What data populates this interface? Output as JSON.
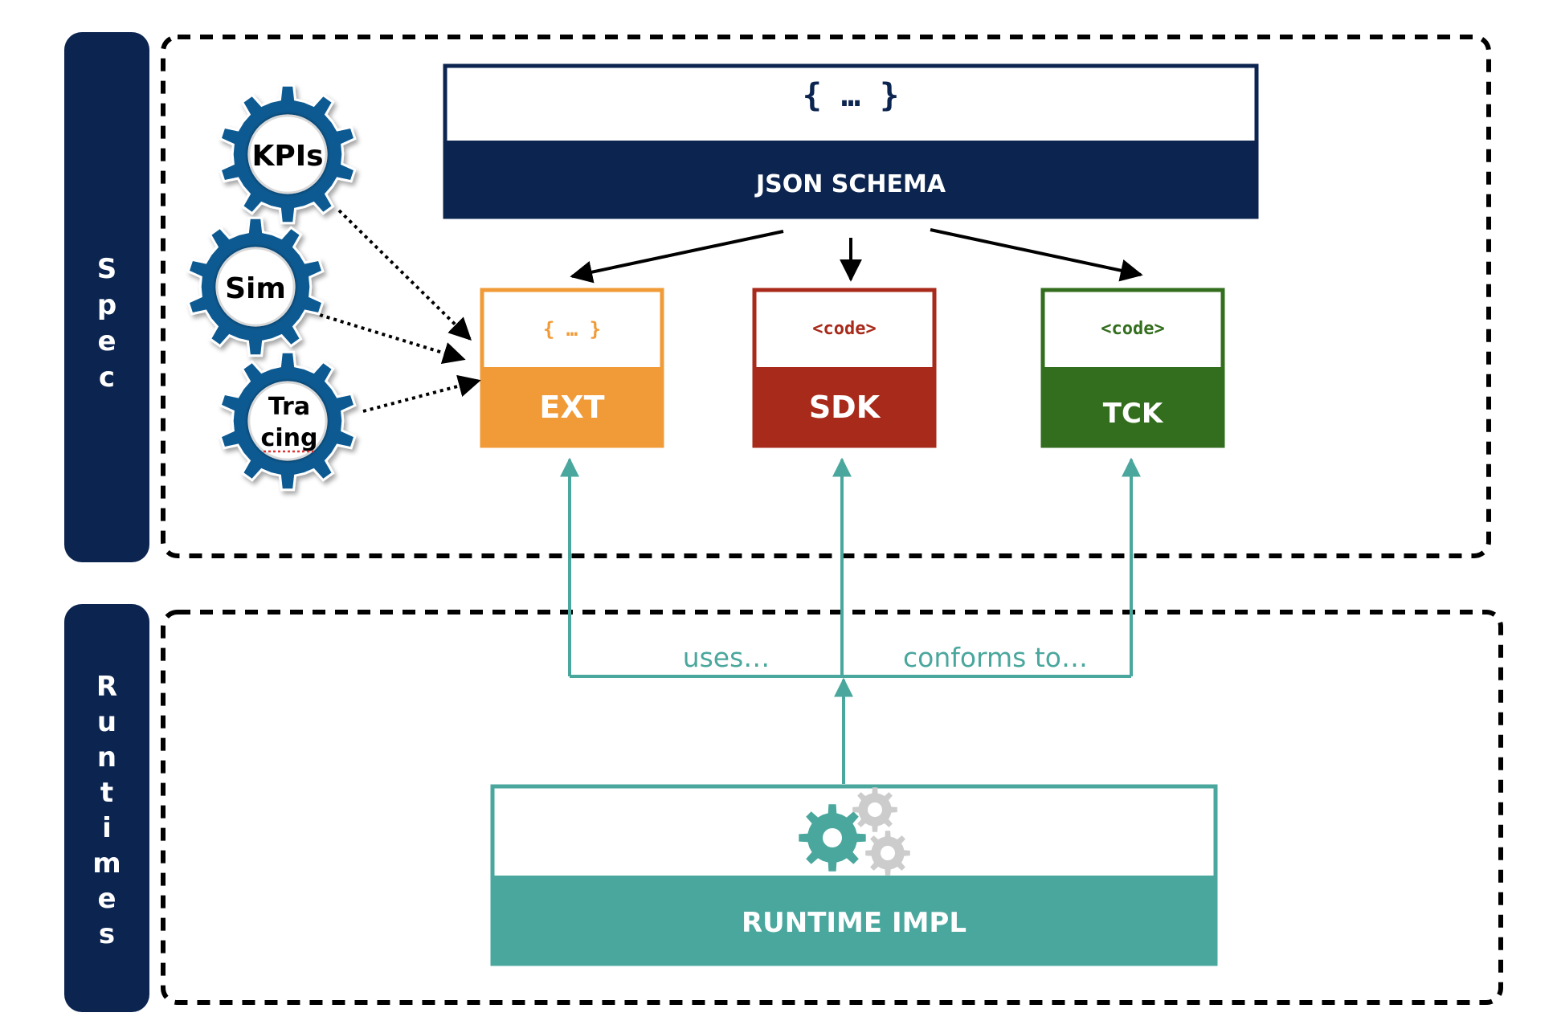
{
  "colors": {
    "navy": "#0c2550",
    "orange": "#f09b37",
    "red": "#a82a1a",
    "green": "#336e1e",
    "teal": "#4aa79d",
    "gear_blue": "#0f5a92",
    "gear_gray": "#cccccc"
  },
  "sections": {
    "spec": {
      "letters": [
        "S",
        "p",
        "e",
        "c"
      ]
    },
    "runtimes": {
      "letters": [
        "R",
        "u",
        "n",
        "t",
        "i",
        "m",
        "e",
        "s"
      ]
    }
  },
  "schema_box": {
    "snippet": "{ … }",
    "title": "JSON SCHEMA"
  },
  "ext_box": {
    "snippet": "{ … }",
    "title": "EXT"
  },
  "sdk_box": {
    "snippet": "<code>",
    "title": "SDK"
  },
  "tck_box": {
    "snippet": "<code>",
    "title": "TCK"
  },
  "runtime_box": {
    "title": "RUNTIME IMPL",
    "icon": "gears-icon"
  },
  "gears": {
    "kpis": {
      "label": "KPIs",
      "icon": "gear-icon"
    },
    "sim": {
      "label": "Sim",
      "icon": "gear-icon"
    },
    "tracing": {
      "label_line1": "Tra",
      "label_line2": "cing",
      "icon": "gear-icon"
    }
  },
  "edges": {
    "uses_label": "uses…",
    "conforms_label": "conforms to…"
  }
}
